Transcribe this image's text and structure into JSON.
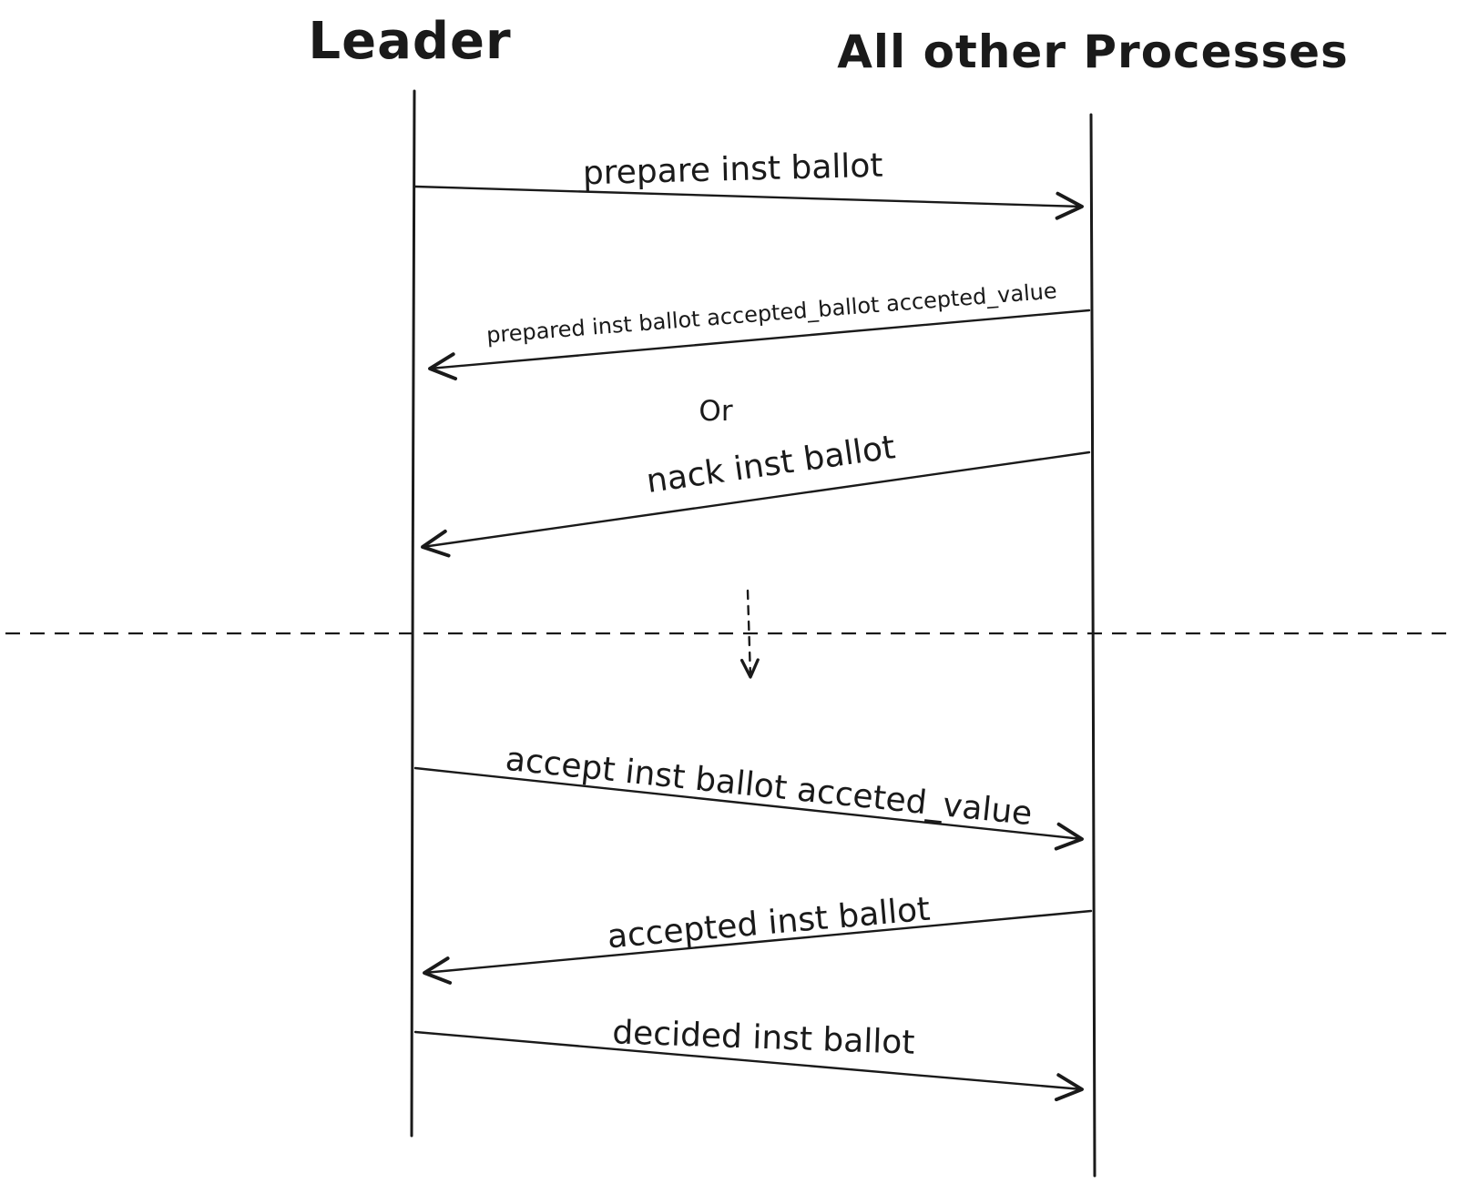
{
  "diagram": {
    "title_left": "Leader",
    "title_right": "All other Processes",
    "or_label": "Or",
    "messages": [
      {
        "label": "prepare inst ballot",
        "from": "Leader",
        "to": "All other Processes"
      },
      {
        "label": "prepared inst ballot accepted_ballot accepted_value",
        "from": "All other Processes",
        "to": "Leader"
      },
      {
        "label": "nack inst ballot",
        "from": "All other Processes",
        "to": "Leader"
      },
      {
        "label": "accept inst ballot acceted_value",
        "from": "Leader",
        "to": "All other Processes"
      },
      {
        "label": "accepted inst ballot",
        "from": "All other Processes",
        "to": "Leader"
      },
      {
        "label": "decided inst ballot",
        "from": "Leader",
        "to": "All other Processes"
      }
    ]
  }
}
